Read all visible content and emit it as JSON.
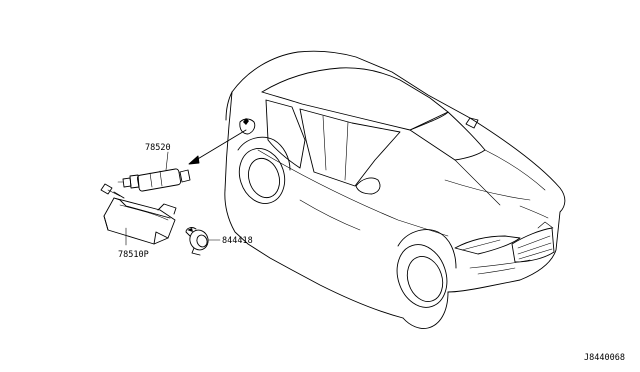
{
  "parts": {
    "fuel_lid_actuator": "78520",
    "lid_opener_assembly": "78510P",
    "grommet_clip": "844418"
  },
  "diagram_code": "J8440068"
}
